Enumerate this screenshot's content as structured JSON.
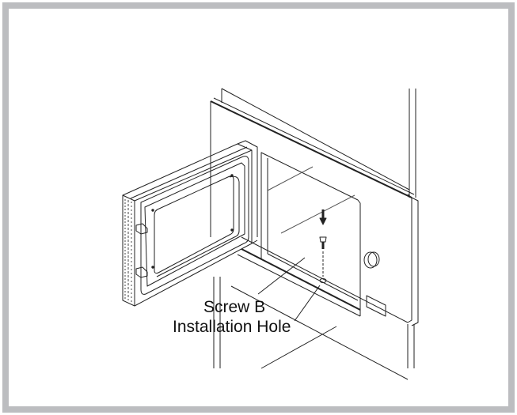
{
  "figure": {
    "type": "installation-diagram",
    "subject": "built-in microwave oven with door open",
    "border_color": "#bcbdc0",
    "line_color": "#222222",
    "labels": {
      "screw": "Screw B",
      "hole": "Installation Hole"
    },
    "icons": [
      "screw-icon",
      "down-arrow-icon",
      "control-knob-icon",
      "display-panel-icon",
      "door-hinge-icon"
    ]
  }
}
